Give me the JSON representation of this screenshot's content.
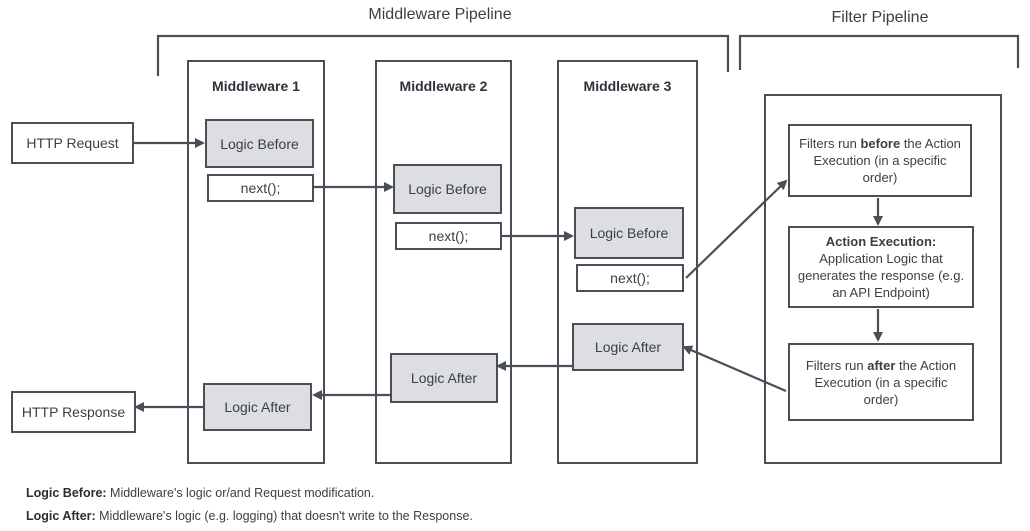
{
  "titles": {
    "middleware_pipeline": "Middleware Pipeline",
    "filter_pipeline": "Filter Pipeline"
  },
  "columns": {
    "m1": "Middleware 1",
    "m2": "Middleware 2",
    "m3": "Middleware 3"
  },
  "nodes": {
    "http_request": "HTTP Request",
    "http_response": "HTTP Response",
    "logic_before": "Logic Before",
    "logic_after": "Logic After",
    "next": "next();"
  },
  "filters": {
    "before": {
      "pre": "Filters run ",
      "bold": "before",
      "post": " the Action Execution (in a specific order)"
    },
    "action": {
      "bold": "Action Execution:",
      "text": "Application Logic that generates the response (e.g. an API Endpoint)"
    },
    "after": {
      "pre": "Filters run ",
      "bold": "after",
      "post": " the Action Execution (in a specific order)"
    }
  },
  "legend": {
    "before_term": "Logic Before:",
    "before_desc": " Middleware's logic or/and Request modification.",
    "after_term": "Logic After:",
    "after_desc": " Middleware's logic (e.g. logging) that doesn't write to the Response."
  }
}
